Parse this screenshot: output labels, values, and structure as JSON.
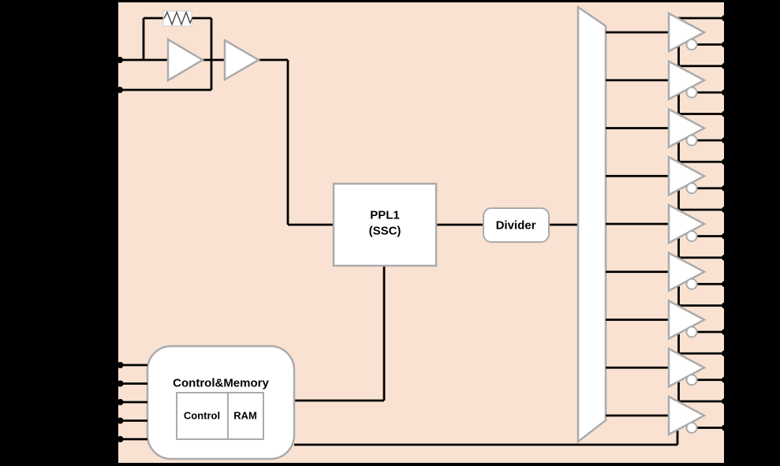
{
  "diagram": {
    "name": "clock-generator-block-diagram",
    "colors": {
      "background": "#000000",
      "chip_body": "#F9E2D2",
      "block_fill": "#FFFFFF",
      "block_border": "#ABABAB",
      "wire": "#000000",
      "resistor_zigzag": "#4A4A4A",
      "text": "#000000"
    },
    "blocks": {
      "oscillator": {
        "icons": [
          "resistor-icon",
          "amplifier-icon",
          "amplifier-icon"
        ],
        "crystal_input_pins": 2
      },
      "pll": {
        "label_line1": "PPL1",
        "label_line2": "(SSC)"
      },
      "divider": {
        "label": "Divider"
      },
      "mux": {
        "icon": "fanout-mux-icon"
      },
      "control_memory": {
        "title": "Control&Memory",
        "sub_blocks": [
          {
            "label": "Control"
          },
          {
            "label": "RAM"
          }
        ],
        "control_input_pins": 5
      }
    },
    "output_buffers": {
      "icon": "inverting-buffer-icon",
      "count": 9,
      "pins_per_buffer": 2,
      "total_output_pins": 18
    }
  }
}
